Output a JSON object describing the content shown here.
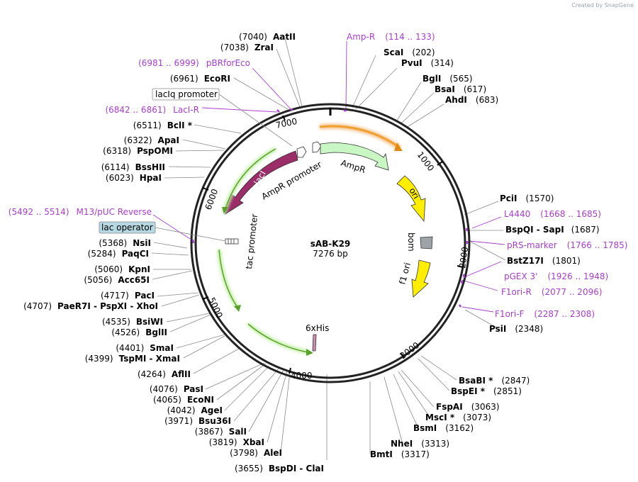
{
  "credit": "Created by SnapGene",
  "plasmid": {
    "name": "sAB-K29",
    "size_label": "7276 bp"
  },
  "tick_labels": [
    "1000",
    "2000",
    "3000",
    "4000",
    "5000",
    "6000",
    "7000"
  ],
  "features": [
    {
      "label": "AmpR promoter"
    },
    {
      "label": "AmpR"
    },
    {
      "label": "ori"
    },
    {
      "label": "bom"
    },
    {
      "label": "f1 ori"
    },
    {
      "label": "6xHis"
    },
    {
      "label": "tac promoter"
    },
    {
      "label": "lacI"
    },
    {
      "label": "lacIq promoter"
    },
    {
      "label": "lac operator"
    }
  ],
  "right_labels": [
    {
      "pos": "(202)",
      "name": "ScaI"
    },
    {
      "pos": "(314)",
      "name": "PvuI"
    },
    {
      "pos": "(565)",
      "name": "BglI"
    },
    {
      "pos": "(617)",
      "name": "BsaI"
    },
    {
      "pos": "(683)",
      "name": "AhdI"
    },
    {
      "pos": "(1570)",
      "name": "PciI"
    },
    {
      "pos": "(1687)",
      "name": "BspQI - SapI"
    },
    {
      "pos": "(1801)",
      "name": "BstZ17I"
    },
    {
      "pos": "(2348)",
      "name": "PsiI"
    },
    {
      "pos": "(2847)",
      "name": "BsaBI *"
    },
    {
      "pos": "(2851)",
      "name": "BspEI *"
    },
    {
      "pos": "(3063)",
      "name": "FspAI"
    },
    {
      "pos": "(3073)",
      "name": "MscI *"
    },
    {
      "pos": "(3162)",
      "name": "BsmI"
    },
    {
      "pos": "(3313)",
      "name": "NheI"
    },
    {
      "pos": "(3317)",
      "name": "BmtI"
    }
  ],
  "left_labels": [
    {
      "pos": "(7040)",
      "name": "AatII"
    },
    {
      "pos": "(7038)",
      "name": "ZraI"
    },
    {
      "pos": "(6961)",
      "name": "EcoRI"
    },
    {
      "pos": "(6511)",
      "name": "BclI *"
    },
    {
      "pos": "(6322)",
      "name": "ApaI"
    },
    {
      "pos": "(6318)",
      "name": "PspOMI"
    },
    {
      "pos": "(6114)",
      "name": "BssHII"
    },
    {
      "pos": "(6023)",
      "name": "HpaI"
    },
    {
      "pos": "(5368)",
      "name": "NsiI"
    },
    {
      "pos": "(5284)",
      "name": "PaqCI"
    },
    {
      "pos": "(5060)",
      "name": "KpnI"
    },
    {
      "pos": "(5056)",
      "name": "Acc65I"
    },
    {
      "pos": "(4717)",
      "name": "PacI"
    },
    {
      "pos": "(4707)",
      "name": "PaeR7I - PspXI - XhoI"
    },
    {
      "pos": "(4535)",
      "name": "BsiWI"
    },
    {
      "pos": "(4526)",
      "name": "BglII"
    },
    {
      "pos": "(4401)",
      "name": "SmaI"
    },
    {
      "pos": "(4399)",
      "name": "TspMI - XmaI"
    },
    {
      "pos": "(4264)",
      "name": "AflII"
    },
    {
      "pos": "(4076)",
      "name": "PasI"
    },
    {
      "pos": "(4065)",
      "name": "EcoNI"
    },
    {
      "pos": "(4042)",
      "name": "AgeI"
    },
    {
      "pos": "(3971)",
      "name": "Bsu36I"
    },
    {
      "pos": "(3867)",
      "name": "SalI"
    },
    {
      "pos": "(3819)",
      "name": "XbaI"
    },
    {
      "pos": "(3798)",
      "name": "AleI"
    },
    {
      "pos": "(3655)",
      "name": "BspDI - ClaI"
    }
  ],
  "primers": [
    {
      "name": "Amp-R",
      "range": "(114 .. 133)"
    },
    {
      "name": "pBRforEco",
      "range": "(6981 .. 6999)"
    },
    {
      "name": "LacI-R",
      "range": "(6842 .. 6861)"
    },
    {
      "name": "M13/pUC Reverse",
      "range": "(5492 .. 5514)"
    },
    {
      "name": "L4440",
      "range": "(1668 .. 1685)"
    },
    {
      "name": "pRS-marker",
      "range": "(1766 .. 1785)"
    },
    {
      "name": "pGEX 3'",
      "range": "(1926 .. 1948)"
    },
    {
      "name": "F1ori-R",
      "range": "(2077 .. 2096)"
    },
    {
      "name": "F1ori-F",
      "range": "(2287 .. 2308)"
    }
  ],
  "colors": {
    "primer": "#a83dce",
    "ampr": "#c9f7c4",
    "ori": "#ffee00",
    "lacI": "#9b2d68",
    "bom": "#9ea3a8",
    "promoter_stroke": "#5aa02c",
    "lac_operator_box": "#b5d8e2"
  }
}
